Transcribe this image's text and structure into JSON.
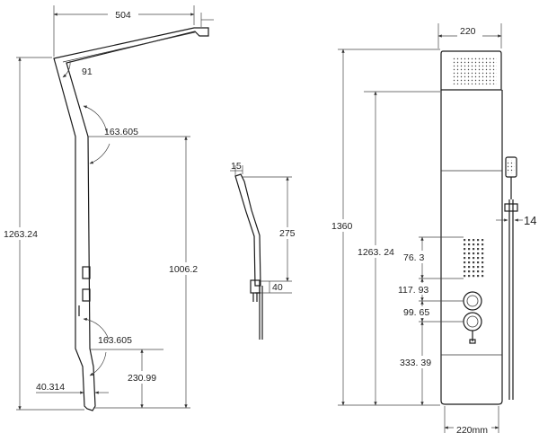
{
  "side_view": {
    "top_width": "504",
    "top_angle": "91",
    "upper_bend_angle": "163.605",
    "total_height": "1263.24",
    "lower_height": "1006.2",
    "lower_bend_angle": "163.605",
    "bottom_offset": "230.99",
    "bottom_width": "40.314"
  },
  "hand_shower_view": {
    "top_width": "15",
    "length": "275",
    "holder_height": "40"
  },
  "front_view": {
    "top_width": "220",
    "total_height": "1360",
    "body_height": "1263. 24",
    "side_offset": "14",
    "jets_height": "76. 3",
    "jet_to_knob": "117. 93",
    "knob_spacing": "99. 65",
    "bottom_section": "333. 39",
    "bottom_width": "220mm"
  }
}
